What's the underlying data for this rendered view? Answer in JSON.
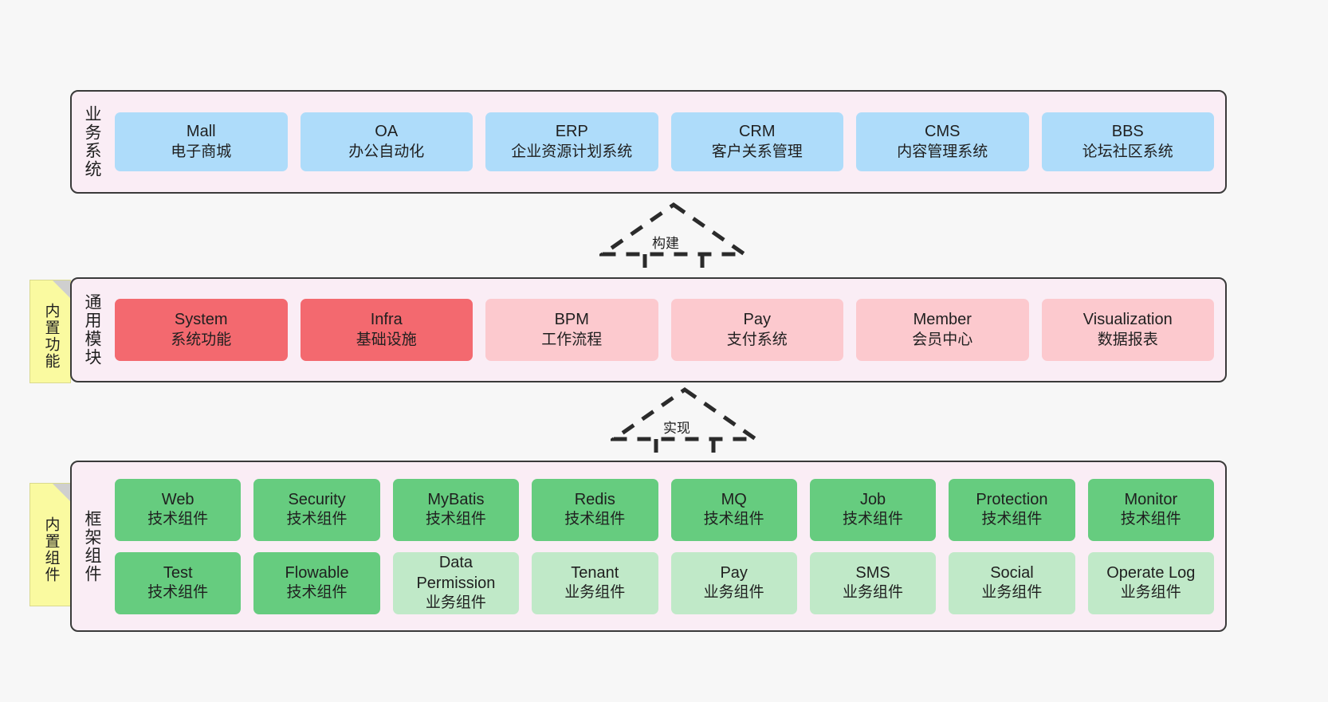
{
  "diagram": {
    "arrows": [
      {
        "id": "build",
        "label": "构建"
      },
      {
        "id": "implement",
        "label": "实现"
      }
    ],
    "sticky_notes": [
      {
        "id": "common",
        "label": "内置功能"
      },
      {
        "id": "framework",
        "label": "内置组件"
      }
    ],
    "layers": [
      {
        "id": "business",
        "title": "业务系统",
        "rows": [
          {
            "cards": [
              {
                "name": "Mall",
                "desc": "电子商城",
                "color": "#AEDCFA"
              },
              {
                "name": "OA",
                "desc": "办公自动化",
                "color": "#AEDCFA"
              },
              {
                "name": "ERP",
                "desc": "企业资源计划系统",
                "color": "#AEDCFA"
              },
              {
                "name": "CRM",
                "desc": "客户关系管理",
                "color": "#AEDCFA"
              },
              {
                "name": "CMS",
                "desc": "内容管理系统",
                "color": "#AEDCFA"
              },
              {
                "name": "BBS",
                "desc": "论坛社区系统",
                "color": "#AEDCFA"
              }
            ]
          }
        ]
      },
      {
        "id": "common",
        "title": "通用模块",
        "rows": [
          {
            "cards": [
              {
                "name": "System",
                "desc": "系统功能",
                "color": "#F3696F"
              },
              {
                "name": "Infra",
                "desc": "基础设施",
                "color": "#F3696F"
              },
              {
                "name": "BPM",
                "desc": "工作流程",
                "color": "#FCC9CE"
              },
              {
                "name": "Pay",
                "desc": "支付系统",
                "color": "#FCC9CE"
              },
              {
                "name": "Member",
                "desc": "会员中心",
                "color": "#FCC9CE"
              },
              {
                "name": "Visualization",
                "desc": "数据报表",
                "color": "#FCC9CE"
              }
            ]
          }
        ]
      },
      {
        "id": "framework",
        "title": "框架组件",
        "rows": [
          {
            "cards": [
              {
                "name": "Web",
                "desc": "技术组件",
                "color": "#66CC7F"
              },
              {
                "name": "Security",
                "desc": "技术组件",
                "color": "#66CC7F"
              },
              {
                "name": "MyBatis",
                "desc": "技术组件",
                "color": "#66CC7F"
              },
              {
                "name": "Redis",
                "desc": "技术组件",
                "color": "#66CC7F"
              },
              {
                "name": "MQ",
                "desc": "技术组件",
                "color": "#66CC7F"
              },
              {
                "name": "Job",
                "desc": "技术组件",
                "color": "#66CC7F"
              },
              {
                "name": "Protection",
                "desc": "技术组件",
                "color": "#66CC7F"
              },
              {
                "name": "Monitor",
                "desc": "技术组件",
                "color": "#66CC7F"
              }
            ]
          },
          {
            "cards": [
              {
                "name": "Test",
                "desc": "技术组件",
                "color": "#66CC7F"
              },
              {
                "name": "Flowable",
                "desc": "技术组件",
                "color": "#66CC7F"
              },
              {
                "name": "Data",
                "name2": "Permission",
                "desc": "业务组件",
                "color": "#C0E9C8"
              },
              {
                "name": "Tenant",
                "desc": "业务组件",
                "color": "#C0E9C8"
              },
              {
                "name": "Pay",
                "desc": "业务组件",
                "color": "#C0E9C8"
              },
              {
                "name": "SMS",
                "desc": "业务组件",
                "color": "#C0E9C8"
              },
              {
                "name": "Social",
                "desc": "业务组件",
                "color": "#C0E9C8"
              },
              {
                "name": "Operate Log",
                "desc": "业务组件",
                "color": "#C0E9C8"
              }
            ]
          }
        ]
      }
    ]
  }
}
